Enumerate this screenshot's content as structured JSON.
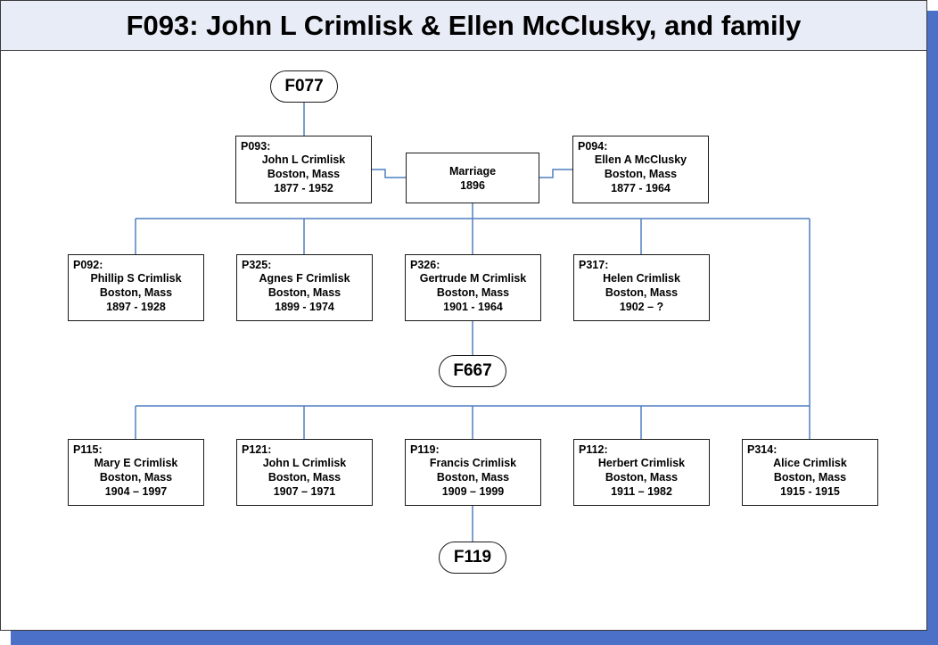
{
  "title": "F093: John L Crimlisk & Ellen McClusky, and family",
  "parent_family": "F077",
  "marriage": {
    "label": "Marriage",
    "year": "1896"
  },
  "husband": {
    "code": "P093:",
    "name": "John L Crimlisk",
    "place": "Boston, Mass",
    "dates": "1877 - 1952"
  },
  "wife": {
    "code": "P094:",
    "name": "Ellen A McClusky",
    "place": "Boston, Mass",
    "dates": "1877 - 1964"
  },
  "children_row1": [
    {
      "code": "P092:",
      "name": "Phillip S Crimlisk",
      "place": "Boston, Mass",
      "dates": "1897  - 1928"
    },
    {
      "code": "P325:",
      "name": "Agnes F Crimlisk",
      "place": "Boston, Mass",
      "dates": "1899  - 1974"
    },
    {
      "code": "P326:",
      "name": "Gertrude M Crimlisk",
      "place": "Boston, Mass",
      "dates": "1901  - 1964"
    },
    {
      "code": "P317:",
      "name": "Helen Crimlisk",
      "place": "Boston, Mass",
      "dates": "1902 – ?"
    }
  ],
  "children_row2": [
    {
      "code": "P115:",
      "name": "Mary E Crimlisk",
      "place": "Boston, Mass",
      "dates": "1904 – 1997"
    },
    {
      "code": "P121:",
      "name": "John L Crimlisk",
      "place": "Boston, Mass",
      "dates": "1907 – 1971"
    },
    {
      "code": "P119:",
      "name": "Francis Crimlisk",
      "place": "Boston, Mass",
      "dates": "1909 – 1999"
    },
    {
      "code": "P112:",
      "name": "Herbert Crimlisk",
      "place": "Boston, Mass",
      "dates": "1911 – 1982"
    },
    {
      "code": "P314:",
      "name": "Alice Crimlisk",
      "place": "Boston, Mass",
      "dates": "1915 - 1915"
    }
  ],
  "child_families": [
    "F667",
    "F119"
  ],
  "colors": {
    "connector": "#4f7fbf",
    "shadow": "#4a70c8",
    "title_bg": "#e8ecf6"
  }
}
